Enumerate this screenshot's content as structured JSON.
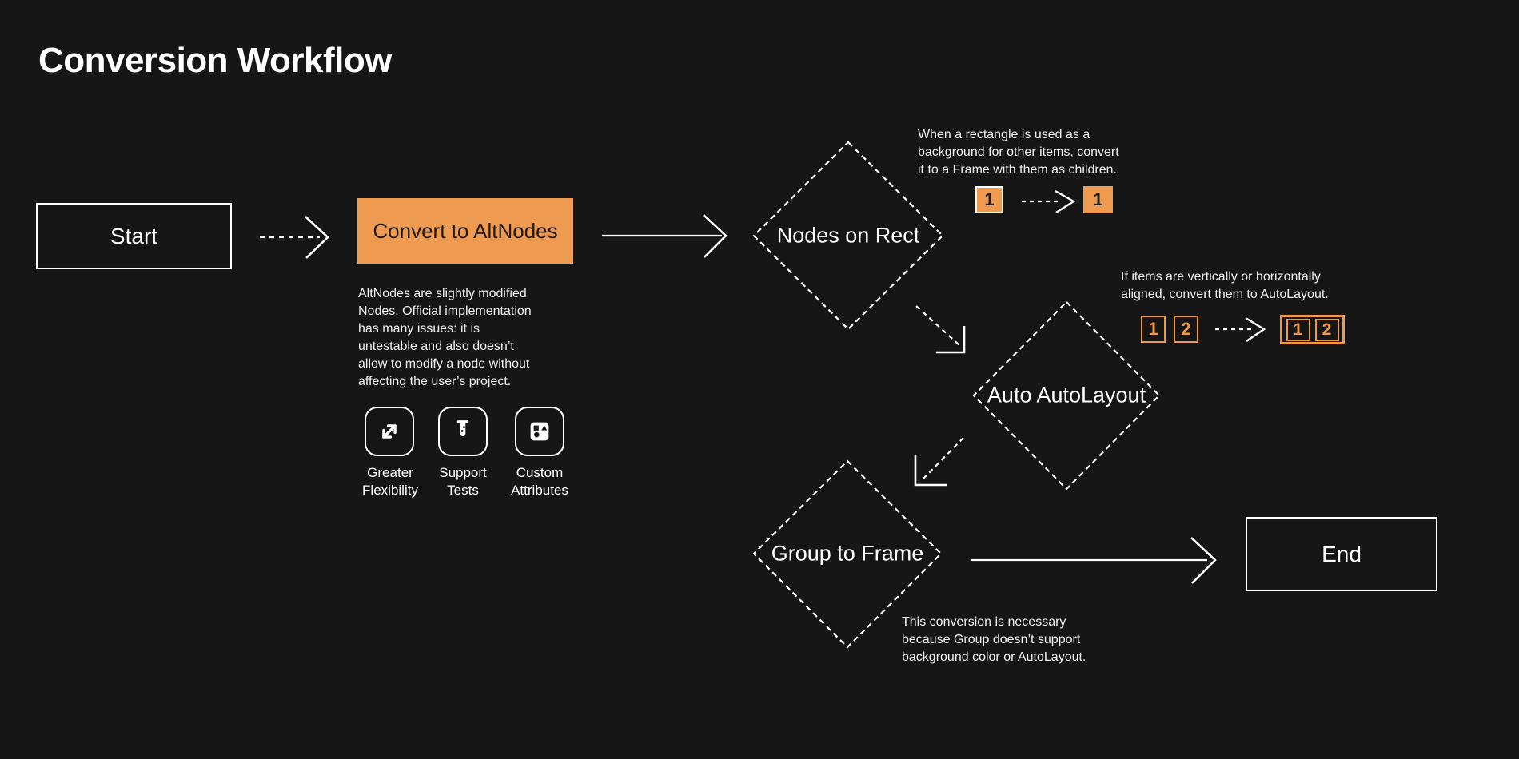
{
  "title": "Conversion Workflow",
  "colors": {
    "background": "#161616",
    "stroke_white": "#FFFFFF",
    "orange_fill": "#EE9B51",
    "orange_line": "#F09A44",
    "dark_text_on_orange": "#221A10"
  },
  "nodes": {
    "start": {
      "label": "Start"
    },
    "convert": {
      "label": "Convert to AltNodes"
    },
    "nodes_on_rect": {
      "label": "Nodes on Rect"
    },
    "auto_autolayout": {
      "label": "Auto AutoLayout"
    },
    "group_to_frame": {
      "label": "Group to Frame"
    },
    "end": {
      "label": "End"
    }
  },
  "description": {
    "lines": [
      "AltNodes are slightly modified",
      "Nodes. Official implementation",
      "has many issues: it is",
      "untestable and also doesn’t",
      "allow to modify a node without",
      "affecting the user’s project."
    ]
  },
  "features": [
    {
      "icon": "expand-arrows-icon",
      "label_lines": [
        "Greater",
        "Flexibility"
      ]
    },
    {
      "icon": "test-tube-icon",
      "label_lines": [
        "Support",
        "Tests"
      ]
    },
    {
      "icon": "shapes-icon",
      "label_lines": [
        "Custom",
        "Attributes"
      ]
    }
  ],
  "annotations": {
    "rect_to_frame": {
      "lines": [
        "When a rectangle is used as a",
        "background for other items, convert",
        "it to a Frame with them as children."
      ],
      "before_box": "1",
      "after_box": "1"
    },
    "autolayout": {
      "lines": [
        "If items are vertically or horizontally",
        "aligned, convert them to AutoLayout."
      ],
      "before_boxes": [
        "1",
        "2"
      ],
      "after_boxes": [
        "1",
        "2"
      ]
    },
    "group_note": {
      "lines": [
        "This conversion is necessary",
        "because Group doesn’t support",
        "background color or AutoLayout."
      ]
    }
  }
}
